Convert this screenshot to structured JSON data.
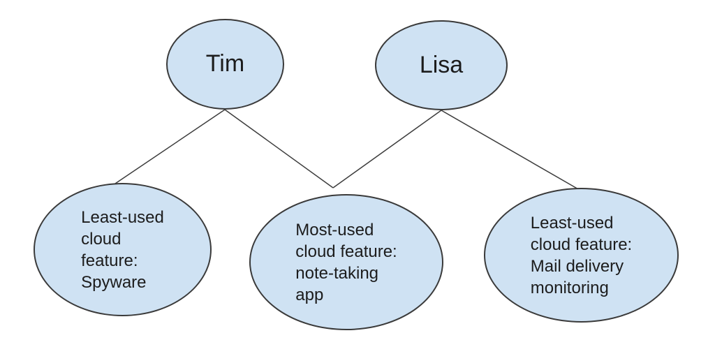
{
  "diagram": {
    "type": "node-link-diagram",
    "colors": {
      "background": "#ffffff",
      "node_fill": "#cfe2f3",
      "node_border": "#3a3a3a",
      "edge": "#3c3c3c",
      "text": "#1c1c1c"
    },
    "nodes": {
      "tim": {
        "label": "Tim"
      },
      "lisa": {
        "label": "Lisa"
      },
      "spyware": {
        "label": "Least-used\ncloud\nfeature:\nSpyware"
      },
      "notetaking": {
        "label": "Most-used\ncloud feature:\nnote-taking\napp"
      },
      "mail": {
        "label": "Least-used\ncloud feature:\nMail delivery\nmonitoring"
      }
    },
    "edges": [
      {
        "from": "tim",
        "to": "spyware"
      },
      {
        "from": "tim",
        "to": "notetaking"
      },
      {
        "from": "lisa",
        "to": "notetaking"
      },
      {
        "from": "lisa",
        "to": "mail"
      }
    ]
  }
}
